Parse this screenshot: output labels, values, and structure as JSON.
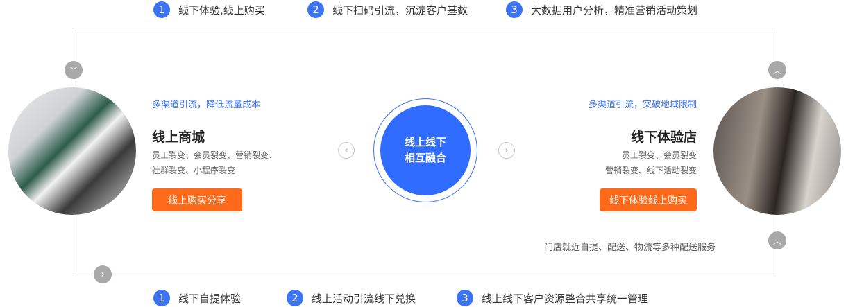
{
  "top_steps": [
    {
      "n": "1",
      "label": "线下体验,线上购买"
    },
    {
      "n": "2",
      "label": "线下扫码引流，沉淀客户基数"
    },
    {
      "n": "3",
      "label": "大数据用户分析，精准营销活动策划"
    }
  ],
  "bottom_steps": [
    {
      "n": "1",
      "label": "线下自提体验"
    },
    {
      "n": "2",
      "label": "线上活动引流线下兑换"
    },
    {
      "n": "3",
      "label": "线上线下客户资源整合共享统一管理"
    }
  ],
  "left": {
    "subtitle": "多渠道引流，降低流量成本",
    "title": "线上商城",
    "desc1": "员工裂变、会员裂变、营销裂变、",
    "desc2": "社群裂变、小程序裂变",
    "button": "线上购买分享"
  },
  "right": {
    "subtitle": "多渠道引流，突破地域限制",
    "title": "线下体验店",
    "desc1": "员工裂变、会员裂变",
    "desc2": "营销裂变、线下活动裂变",
    "button": "线下体验线上购买",
    "note": "门店就近自提、配送、物流等多种配送服务"
  },
  "center": {
    "line1": "线上线下",
    "line2": "相互融合"
  },
  "colors": {
    "blue": "#3b73f5",
    "orange": "#ff6a1a"
  }
}
